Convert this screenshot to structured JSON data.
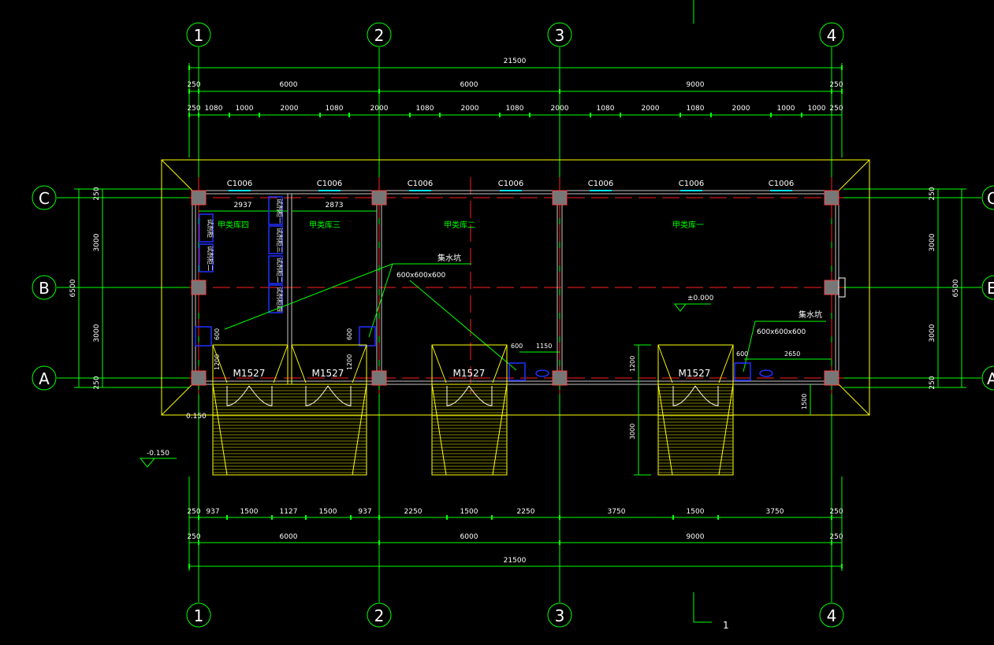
{
  "grid": {
    "columns": [
      "1",
      "2",
      "3",
      "4"
    ],
    "rows": [
      "C",
      "B",
      "A"
    ],
    "right_row_labels": [
      "C",
      "E",
      "A"
    ]
  },
  "dimensions": {
    "top_overall": "21500",
    "top_axis": [
      "250",
      "6000",
      "6000",
      "9000",
      "250"
    ],
    "top_detail": [
      "250",
      "1080",
      "1000",
      "2000",
      "1080",
      "2000",
      "1080",
      "2000",
      "1080",
      "2000",
      "1080",
      "2000",
      "1080",
      "2000",
      "1000",
      "1000",
      "250"
    ],
    "bottom_detail": [
      "250",
      "937",
      "1500",
      "1127",
      "1500",
      "937",
      "2250",
      "1500",
      "2250",
      "3750",
      "1500",
      "3750",
      "250"
    ],
    "bottom_axis": [
      "250",
      "6000",
      "6000",
      "9000",
      "250"
    ],
    "bottom_overall": "21500",
    "left_vertical": [
      "250",
      "3000",
      "3000",
      "250"
    ],
    "left_overall": "6500",
    "right_vertical": [
      "250",
      "3000",
      "3000",
      "250"
    ],
    "right_overall": "6500"
  },
  "windows": [
    "C1006",
    "C1006",
    "C1006",
    "C1006",
    "C1006",
    "C1006",
    "C1006"
  ],
  "doors": [
    "M1527",
    "M1527",
    "M1527",
    "M1527"
  ],
  "rooms": [
    "甲类库四",
    "甲类库三",
    "甲类库二",
    "甲类库一"
  ],
  "annotations": {
    "dim_2937": "2937",
    "dim_2873": "2873",
    "sump_label_1": "集水坑",
    "sump_size_1": "600x600x600",
    "sump_label_2": "集水坑",
    "sump_size_2": "600x600x600",
    "elevation_floor": "±0.000",
    "elevation_outside": "-0.150",
    "elevation_step": "0.150",
    "d600_1": "600",
    "d600_2": "600",
    "d600_3": "600",
    "d600_4": "600",
    "d1150": "1150",
    "d2650": "2650",
    "d1200_1": "1200",
    "d1200_2": "1200",
    "d1200_3": "1200",
    "d3000_ramp": "3000",
    "d1500_ramp": "1500",
    "section_mark": "1"
  },
  "equipment": [
    "试剂柜",
    "试剂柜二",
    "试剂柜一",
    "试剂柜三",
    "试剂柜二",
    "试剂柜四"
  ],
  "colors": {
    "background": "#000000",
    "grid_line": "#ff2020",
    "dimension": "#00ff00",
    "wall": "#c8c8c8",
    "outline": "#ffff00",
    "window": "#00e5ff",
    "equipment": "#2030ff",
    "column": "#888888"
  }
}
